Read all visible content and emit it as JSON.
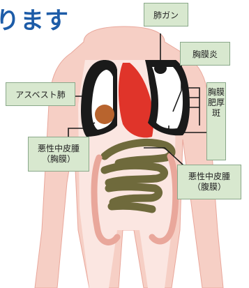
{
  "heading": {
    "text": "ります",
    "color": "#1d5ca8"
  },
  "colors": {
    "skin": "#f6cfc5",
    "skin_inner": "#fbe6e1",
    "skin_outline": "#e9a79b",
    "organ_red": "#e0342a",
    "lung_black": "#1a1a1a",
    "asbestos_lesion": "#b8642e",
    "tumor": "#6f6a3c",
    "label_fill": "#d8e8cf",
    "pointer": "#1a1a1a"
  },
  "labels": {
    "lung_cancer": "肺ガン",
    "pleuritis": "胸膜炎",
    "asbestosis": "アスベスト肺",
    "pleural_plaque": "胸膜肥厚斑",
    "mesothelioma_pleura_line1": "悪性中皮腫",
    "mesothelioma_pleura_line2": "（胸膜）",
    "mesothelioma_peritoneum_line1": "悪性中皮腫",
    "mesothelioma_peritoneum_line2": "（腹膜）"
  }
}
